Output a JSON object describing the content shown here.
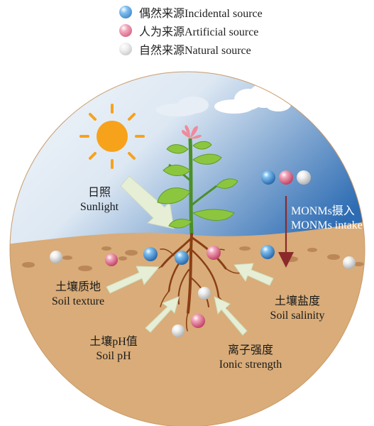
{
  "legend": {
    "items": [
      {
        "label": "偶然来源Incidental source",
        "color": "#3f8fd0"
      },
      {
        "label": "人为来源Artificial source",
        "color": "#e06c8c"
      },
      {
        "label": "自然来源Natural source",
        "color": "#d9d9d9"
      }
    ]
  },
  "labels": {
    "sunlight_zh": "日照",
    "sunlight_en": "Sunlight",
    "intake_zh": "MONMs摄入",
    "intake_en": "MONMs intake",
    "texture_zh": "土壤质地",
    "texture_en": "Soil texture",
    "salinity_zh": "土壤盐度",
    "salinity_en": "Soil salinity",
    "ph_zh": "土壤pH值",
    "ph_en": "Soil pH",
    "ionic_zh": "离子强度",
    "ionic_en": "Ionic strength"
  },
  "colors": {
    "sky_top": "#2e6fb5",
    "sky_bottom": "#f2f6fb",
    "soil": "#d9ac79",
    "soil_dark": "#b58154",
    "root": "#8a3e14",
    "stem": "#4a8f2a",
    "leaf": "#8cc63f",
    "sun": "#f7a21b",
    "arrow": "#e8f1d9",
    "intake_arrow": "#8b2a2a",
    "incidental": "#3f8fd0",
    "artificial": "#e06c8c",
    "natural": "#d9d9d9"
  }
}
